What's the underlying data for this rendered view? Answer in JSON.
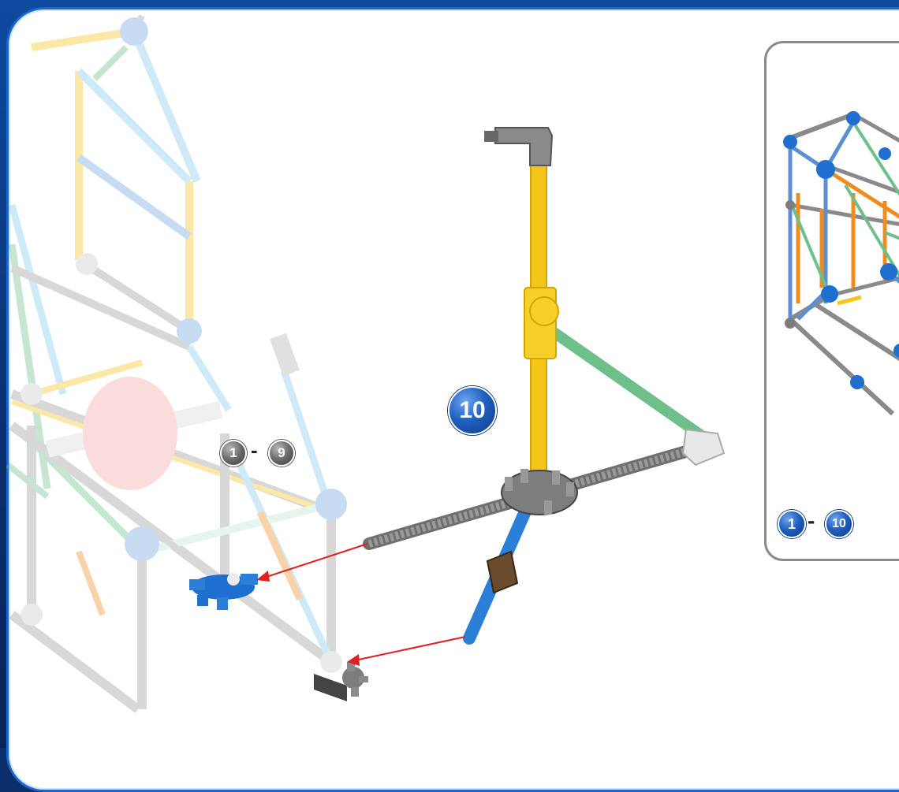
{
  "step": {
    "number": "10",
    "previous_range_start": "1",
    "previous_range_sep": "-",
    "previous_range_end": "9"
  },
  "inset": {
    "range_start": "1",
    "range_sep": "-",
    "range_end": "10"
  },
  "colors": {
    "frame_blue": "#0e4aa0",
    "rod_yellow": "#f5c518",
    "rod_green": "#6fbf8a",
    "rod_blue": "#2b7fd6",
    "rod_grey": "#9a9a9a",
    "rod_orange": "#f08c1e",
    "connector_grey": "#7d7d7d",
    "connector_blue": "#1f6fd0",
    "arrow_red": "#e02020",
    "wheel_red": "#f4a4a4"
  }
}
